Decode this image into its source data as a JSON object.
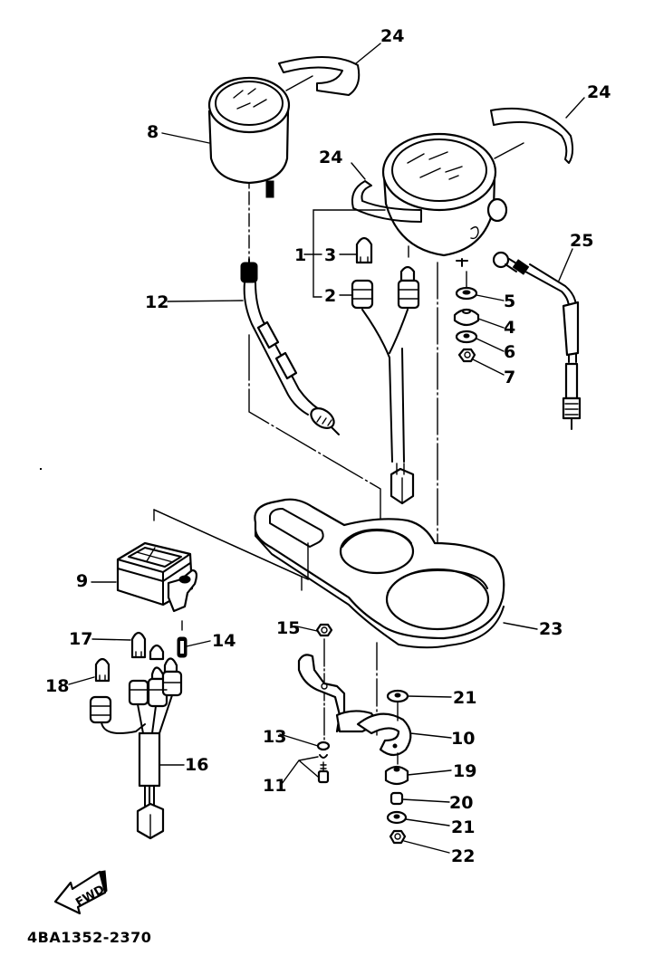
{
  "diagram": {
    "title": "Meter assembly exploded parts diagram",
    "part_code": "4BA1352-2370",
    "direction_indicator": "FWD",
    "callouts": [
      {
        "id": "c24a",
        "label": "24",
        "part": "meter-band"
      },
      {
        "id": "c24b",
        "label": "24",
        "part": "meter-band"
      },
      {
        "id": "c24c",
        "label": "24",
        "part": "meter-band"
      },
      {
        "id": "c8",
        "label": "8",
        "part": "tachometer"
      },
      {
        "id": "c1",
        "label": "1",
        "part": "bulb-and-socket-assembly"
      },
      {
        "id": "c3",
        "label": "3",
        "part": "bulb"
      },
      {
        "id": "c2",
        "label": "2",
        "part": "socket"
      },
      {
        "id": "c12",
        "label": "12",
        "part": "tachometer-cable"
      },
      {
        "id": "c25",
        "label": "25",
        "part": "speedometer-cable"
      },
      {
        "id": "c5",
        "label": "5",
        "part": "washer"
      },
      {
        "id": "c4",
        "label": "4",
        "part": "damper"
      },
      {
        "id": "c6",
        "label": "6",
        "part": "washer"
      },
      {
        "id": "c7",
        "label": "7",
        "part": "nut"
      },
      {
        "id": "c9",
        "label": "9",
        "part": "indicator-light-box"
      },
      {
        "id": "c23",
        "label": "23",
        "part": "meter-bracket"
      },
      {
        "id": "c17",
        "label": "17",
        "part": "bulb"
      },
      {
        "id": "c14",
        "label": "14",
        "part": "screw"
      },
      {
        "id": "c18",
        "label": "18",
        "part": "bulb"
      },
      {
        "id": "c15",
        "label": "15",
        "part": "nut"
      },
      {
        "id": "c21a",
        "label": "21",
        "part": "washer"
      },
      {
        "id": "c10",
        "label": "10",
        "part": "bracket"
      },
      {
        "id": "c13",
        "label": "13",
        "part": "washer"
      },
      {
        "id": "c16",
        "label": "16",
        "part": "socket-cord-assembly"
      },
      {
        "id": "c11",
        "label": "11",
        "part": "bolt-with-washer"
      },
      {
        "id": "c19",
        "label": "19",
        "part": "damper"
      },
      {
        "id": "c20",
        "label": "20",
        "part": "collar"
      },
      {
        "id": "c21b",
        "label": "21",
        "part": "washer"
      },
      {
        "id": "c22",
        "label": "22",
        "part": "nut"
      }
    ]
  }
}
